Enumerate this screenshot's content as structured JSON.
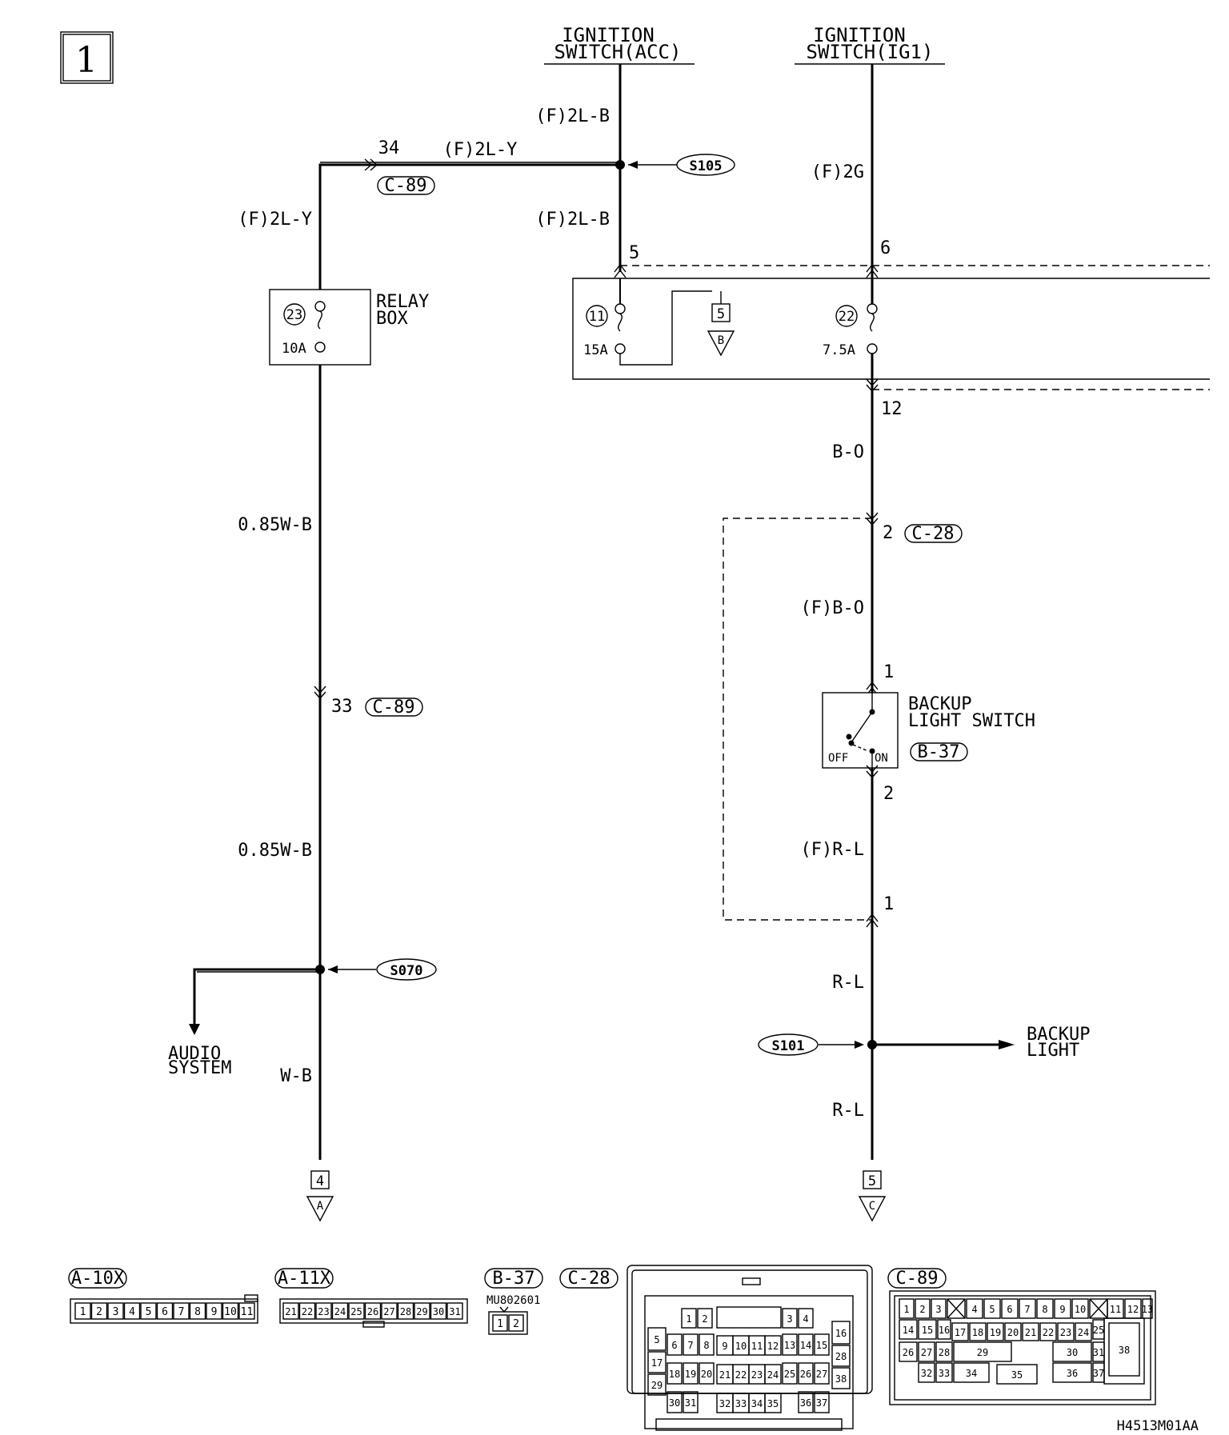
{
  "page_number": "1",
  "sources": {
    "acc": [
      "IGNITION",
      "SWITCH(ACC)"
    ],
    "ig1": [
      "IGNITION",
      "SWITCH(IG1)"
    ]
  },
  "wires": {
    "acc_top": "(F)2L-B",
    "acc_mid": "(F)2L-B",
    "c89_branch": "(F)2L-Y",
    "relay_in": "(F)2L-Y",
    "ig1_in": "(F)2G",
    "ig1_out": "B-O",
    "sw_in": "(F)B-O",
    "sw_out": "(F)R-L",
    "wb_upper": "0.85W-B",
    "wb_lower": "0.85W-B",
    "wb_bottom": "W-B",
    "rl_upper": "R-L",
    "rl_lower": "R-L"
  },
  "pins": {
    "c89_34": "34",
    "jb_5": "5",
    "jb_6": "6",
    "jb_12": "12",
    "c28_2": "2",
    "sw_1": "1",
    "sw_2": "2",
    "c28_1": "1",
    "c89_33": "33"
  },
  "connectors": {
    "c89_a": "C-89",
    "c89_b": "C-89",
    "c28": "C-28",
    "b37": "B-37"
  },
  "splices": {
    "s105": "S105",
    "s070": "S070",
    "s101": "S101"
  },
  "relay_box": {
    "label": [
      "RELAY",
      "BOX"
    ],
    "fuse_number": "23",
    "fuse_rating": "10A"
  },
  "junction_block": {
    "fuse11_number": "11",
    "fuse11_rating": "15A",
    "fuse22_number": "22",
    "fuse22_rating": "7.5A",
    "ref_box": "5",
    "ref_letter": "B"
  },
  "switch": {
    "label": [
      "BACKUP",
      "LIGHT SWITCH"
    ],
    "off": "OFF",
    "on": "ON"
  },
  "destinations": {
    "audio": [
      "AUDIO",
      "SYSTEM"
    ],
    "backup_light": [
      "BACKUP",
      "LIGHT"
    ]
  },
  "off_page": {
    "a_box": "4",
    "a_letter": "A",
    "c_box": "5",
    "c_letter": "C"
  },
  "legend": {
    "a10x": {
      "label": "A-10X",
      "pins": [
        "1",
        "2",
        "3",
        "4",
        "5",
        "6",
        "7",
        "8",
        "9",
        "10",
        "11"
      ]
    },
    "a11x": {
      "label": "A-11X",
      "pins": [
        "21",
        "22",
        "23",
        "24",
        "25",
        "26",
        "27",
        "28",
        "29",
        "30",
        "31"
      ]
    },
    "b37": {
      "label": "B-37",
      "part": "MU802601",
      "pins": [
        "1",
        "2"
      ]
    },
    "c28": {
      "label": "C-28",
      "pins": [
        "1",
        "2",
        "3",
        "4",
        "5",
        "6",
        "7",
        "8",
        "9",
        "10",
        "11",
        "12",
        "13",
        "14",
        "15",
        "16",
        "17",
        "18",
        "19",
        "20",
        "21",
        "22",
        "23",
        "24",
        "25",
        "26",
        "27",
        "28",
        "29",
        "30",
        "31",
        "32",
        "33",
        "34",
        "35",
        "36",
        "37",
        "38"
      ]
    },
    "c89": {
      "label": "C-89",
      "pins": [
        "1",
        "2",
        "3",
        "4",
        "5",
        "6",
        "7",
        "8",
        "9",
        "10",
        "11",
        "12",
        "13",
        "14",
        "15",
        "16",
        "17",
        "18",
        "19",
        "20",
        "21",
        "22",
        "23",
        "24",
        "25",
        "26",
        "27",
        "28",
        "29",
        "30",
        "31",
        "32",
        "33",
        "34",
        "35",
        "36",
        "37",
        "38"
      ]
    }
  },
  "diagram_code": "H4513M01AA"
}
